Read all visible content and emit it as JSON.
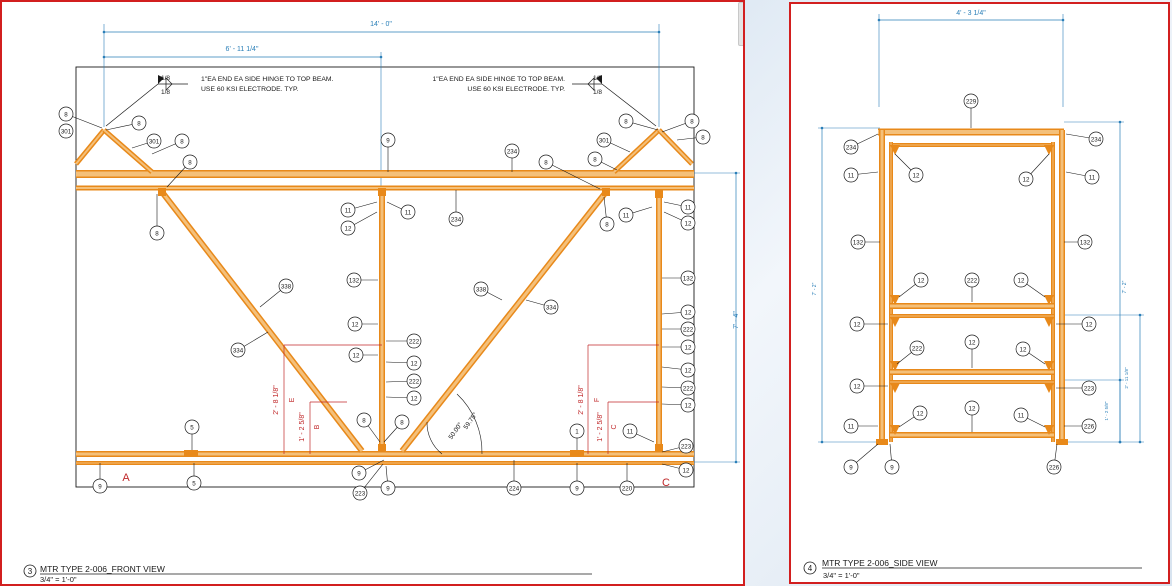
{
  "front": {
    "title": "MTR TYPE 2-006_FRONT VIEW",
    "scale": "3/4\" = 1'-0\"",
    "view_number": "3",
    "dimensions": {
      "overall_width": "14' - 0\"",
      "partial_width": "6' - 11 1/4\"",
      "height": "7' - 4\"",
      "dim_e": "2' - 8 1/8\"",
      "dim_b": "1' - 2 5/8\"",
      "dim_f": "2' - 8 1/8\"",
      "dim_c": "1' - 2 5/8\"",
      "angle_1": "59.75°",
      "angle_2": "50.00°"
    },
    "dim_letters": [
      "E",
      "B",
      "F",
      "C"
    ],
    "weld_note_left": [
      "1\"EA END EA SIDE HINGE TO TOP BEAM.",
      "USE 60 KSI ELECTRODE. TYP."
    ],
    "weld_note_right": [
      "1\"EA END EA SIDE HINGE TO TOP BEAM.",
      "USE 60 KSI ELECTRODE. TYP."
    ],
    "weld_fraction": [
      "1/8",
      "1/8"
    ],
    "section_marks": [
      "A",
      "C"
    ],
    "tags": [
      "8",
      "8",
      "301",
      "301",
      "8",
      "8",
      "8",
      "9",
      "11",
      "11",
      "12",
      "234",
      "234",
      "8",
      "8",
      "8",
      "301",
      "8",
      "8",
      "8",
      "11",
      "11",
      "12",
      "132",
      "338",
      "334",
      "12",
      "222",
      "12",
      "12",
      "222",
      "12",
      "334",
      "338",
      "132",
      "12",
      "222",
      "12",
      "12",
      "222",
      "12",
      "8",
      "8",
      "5",
      "5",
      "9",
      "1",
      "9",
      "11",
      "223",
      "9",
      "12",
      "223",
      "9",
      "224",
      "220",
      "9"
    ]
  },
  "side": {
    "title": "MTR TYPE 2-006_SIDE VIEW",
    "scale": "3/4\" = 1'-0\"",
    "view_number": "4",
    "dimensions": {
      "width": "4' - 3 1/4\"",
      "height_left": "7' - 2\"",
      "height_right": "7' - 2\"",
      "mid_1": "2' - 11 1/8\"",
      "mid_2": "1' - 2 5/8\""
    },
    "tags": [
      "229",
      "234",
      "234",
      "11",
      "12",
      "12",
      "11",
      "132",
      "132",
      "12",
      "222",
      "12",
      "12",
      "12",
      "222",
      "12",
      "12",
      "12",
      "223",
      "12",
      "12",
      "11",
      "11",
      "226",
      "9",
      "9",
      "226"
    ]
  },
  "colors": {
    "steel": "#e8891a",
    "steel_light": "#f4c07a",
    "dimension": "#2a7fb8",
    "red_dimension": "#c0282a",
    "frame_border": "#d21f1f"
  }
}
